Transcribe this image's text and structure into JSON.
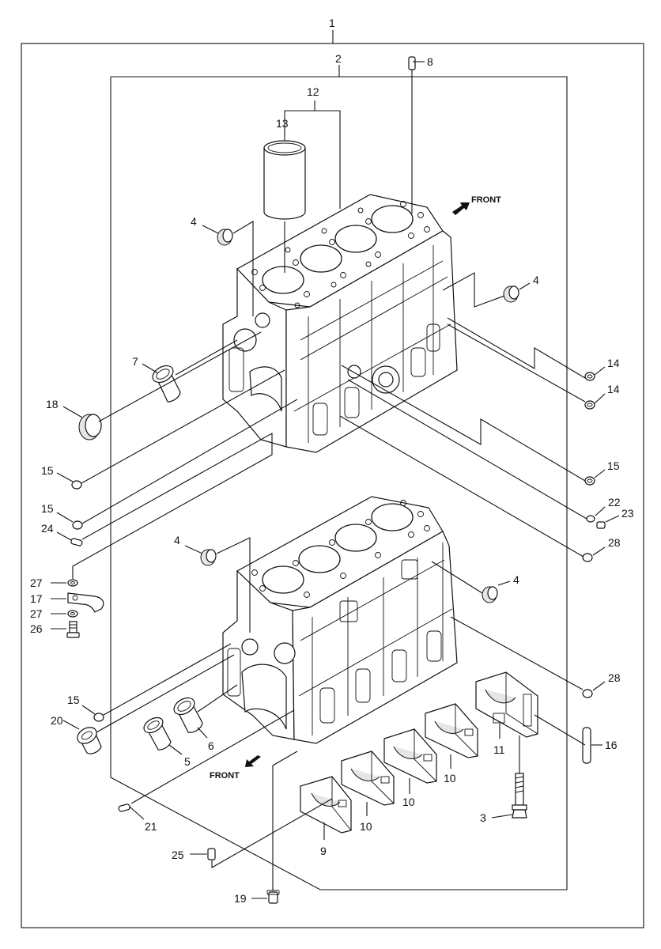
{
  "front_labels": [
    "FRONT",
    "FRONT"
  ],
  "callouts": [
    {
      "id": "c1",
      "text": "1"
    },
    {
      "id": "c2",
      "text": "2"
    },
    {
      "id": "c8",
      "text": "8"
    },
    {
      "id": "c12",
      "text": "12"
    },
    {
      "id": "c13",
      "text": "13"
    },
    {
      "id": "c4a",
      "text": "4"
    },
    {
      "id": "c4b",
      "text": "4"
    },
    {
      "id": "c7",
      "text": "7"
    },
    {
      "id": "c18",
      "text": "18"
    },
    {
      "id": "c14a",
      "text": "14"
    },
    {
      "id": "c14b",
      "text": "14"
    },
    {
      "id": "c15a",
      "text": "15"
    },
    {
      "id": "c15b",
      "text": "15"
    },
    {
      "id": "c15c",
      "text": "15"
    },
    {
      "id": "c24",
      "text": "24"
    },
    {
      "id": "c22",
      "text": "22"
    },
    {
      "id": "c23",
      "text": "23"
    },
    {
      "id": "c28a",
      "text": "28"
    },
    {
      "id": "c4c",
      "text": "4"
    },
    {
      "id": "c4d",
      "text": "4"
    },
    {
      "id": "c27a",
      "text": "27"
    },
    {
      "id": "c17",
      "text": "17"
    },
    {
      "id": "c27b",
      "text": "27"
    },
    {
      "id": "c26",
      "text": "26"
    },
    {
      "id": "c28b",
      "text": "28"
    },
    {
      "id": "c15d",
      "text": "15"
    },
    {
      "id": "c20",
      "text": "20"
    },
    {
      "id": "c6",
      "text": "6"
    },
    {
      "id": "c5",
      "text": "5"
    },
    {
      "id": "c11",
      "text": "11"
    },
    {
      "id": "c16",
      "text": "16"
    },
    {
      "id": "c10a",
      "text": "10"
    },
    {
      "id": "c10b",
      "text": "10"
    },
    {
      "id": "c10c",
      "text": "10"
    },
    {
      "id": "c21",
      "text": "21"
    },
    {
      "id": "c3",
      "text": "3"
    },
    {
      "id": "c9",
      "text": "9"
    },
    {
      "id": "c25",
      "text": "25"
    },
    {
      "id": "c19",
      "text": "19"
    }
  ]
}
